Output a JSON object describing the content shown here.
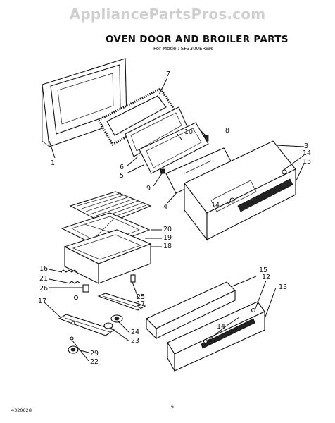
{
  "watermark": "AppliancePartsPros.com",
  "title": "OVEN DOOR AND BROILER PARTS",
  "subtitle": "For Model: SF3300ERW6",
  "footer": {
    "code": "4320628",
    "page": "6"
  },
  "callouts": {
    "c1": "1",
    "c3": "3",
    "c4": "4",
    "c5": "5",
    "c6": "6",
    "c7": "7",
    "c8": "8",
    "c9": "9",
    "c10": "10",
    "c12": "12",
    "c13a": "13",
    "c13b": "13",
    "c14a": "14",
    "c14b": "14",
    "c14c": "14",
    "c15": "15",
    "c16": "16",
    "c17a": "17",
    "c17b": "17",
    "c18": "18",
    "c19": "19",
    "c20": "20",
    "c21": "21",
    "c22": "22",
    "c23": "23",
    "c24": "24",
    "c25": "25",
    "c26": "26",
    "c29": "29"
  }
}
